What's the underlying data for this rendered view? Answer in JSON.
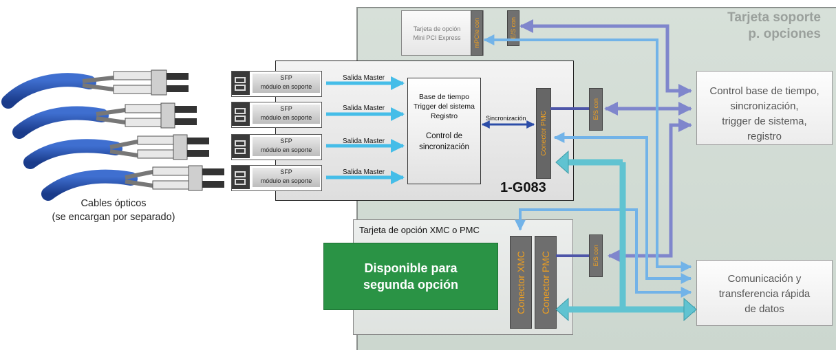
{
  "carrier": {
    "title_line1": "Tarjeta soporte",
    "title_line2": "p. opciones"
  },
  "mini_pci": {
    "line1": "Tarjeta de opción",
    "line2": "Mini PCI Express",
    "connector": "mPCIe con"
  },
  "es_con_label": "E/S con",
  "main_board": {
    "name": "1-G083",
    "sfp_line1": "SFP",
    "sfp_line2": "módulo en soporte",
    "salida_master": "Salida Master",
    "sync_label": "Sincronización",
    "logic": {
      "l1": "Base de tiempo",
      "l2": "Trigger del sistema",
      "l3": "Registro",
      "l4": "Control de",
      "l5": "sincronización"
    },
    "pmc_connector": "Conector PMC"
  },
  "cables": {
    "line1": "Cables ópticos",
    "line2": "(se encargan por separado)"
  },
  "right_top": {
    "l1": "Control base de tiempo,",
    "l2": "sincronización,",
    "l3": "trigger de sistema,",
    "l4": "registro"
  },
  "right_bottom": {
    "l1": "Comunicación y",
    "l2": "transferencia rápida",
    "l3": "de datos"
  },
  "xmc_card": {
    "title": "Tarjeta de opción XMC o PMC",
    "xmc_connector": "Conector XMC",
    "pmc_connector": "Conector PMC"
  },
  "green_box": {
    "l1": "Disponible para",
    "l2": "segunda opción"
  },
  "colors": {
    "green": "#2a9345",
    "orange": "#f0a020",
    "arrow_purple": "#7f86cc",
    "arrow_blue": "#72b3e8",
    "arrow_cyan": "#60c3d1",
    "sfp_arrow": "#45bde8"
  }
}
